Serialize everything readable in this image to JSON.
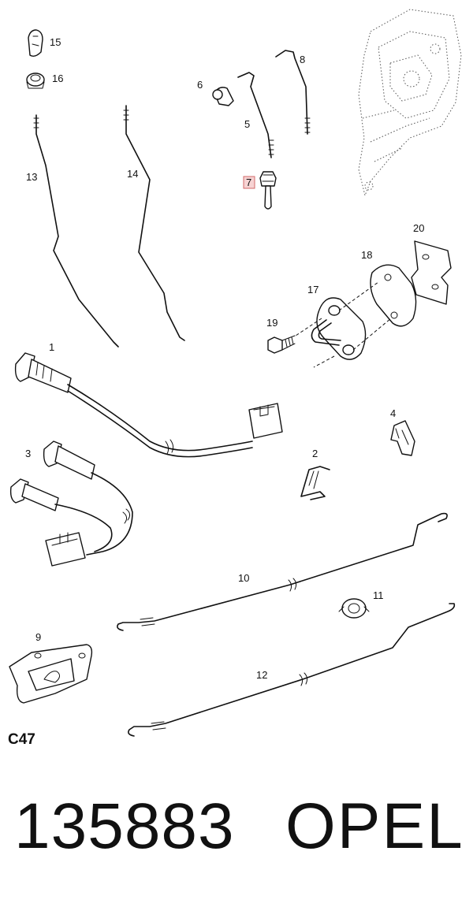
{
  "diagram": {
    "callouts": {
      "c1": "1",
      "c2": "2",
      "c3": "3",
      "c4": "4",
      "c5": "5",
      "c6": "6",
      "c7": "7",
      "c8": "8",
      "c9": "9",
      "c10": "10",
      "c11": "11",
      "c12": "12",
      "c13": "13",
      "c14": "14",
      "c15": "15",
      "c16": "16",
      "c17": "17",
      "c18": "18",
      "c19": "19",
      "c20": "20"
    },
    "highlighted_callout": "7",
    "highlight_color": "#f7d3d3",
    "code": "C47"
  },
  "footer": {
    "part_number": "135883",
    "brand": "OPEL"
  }
}
